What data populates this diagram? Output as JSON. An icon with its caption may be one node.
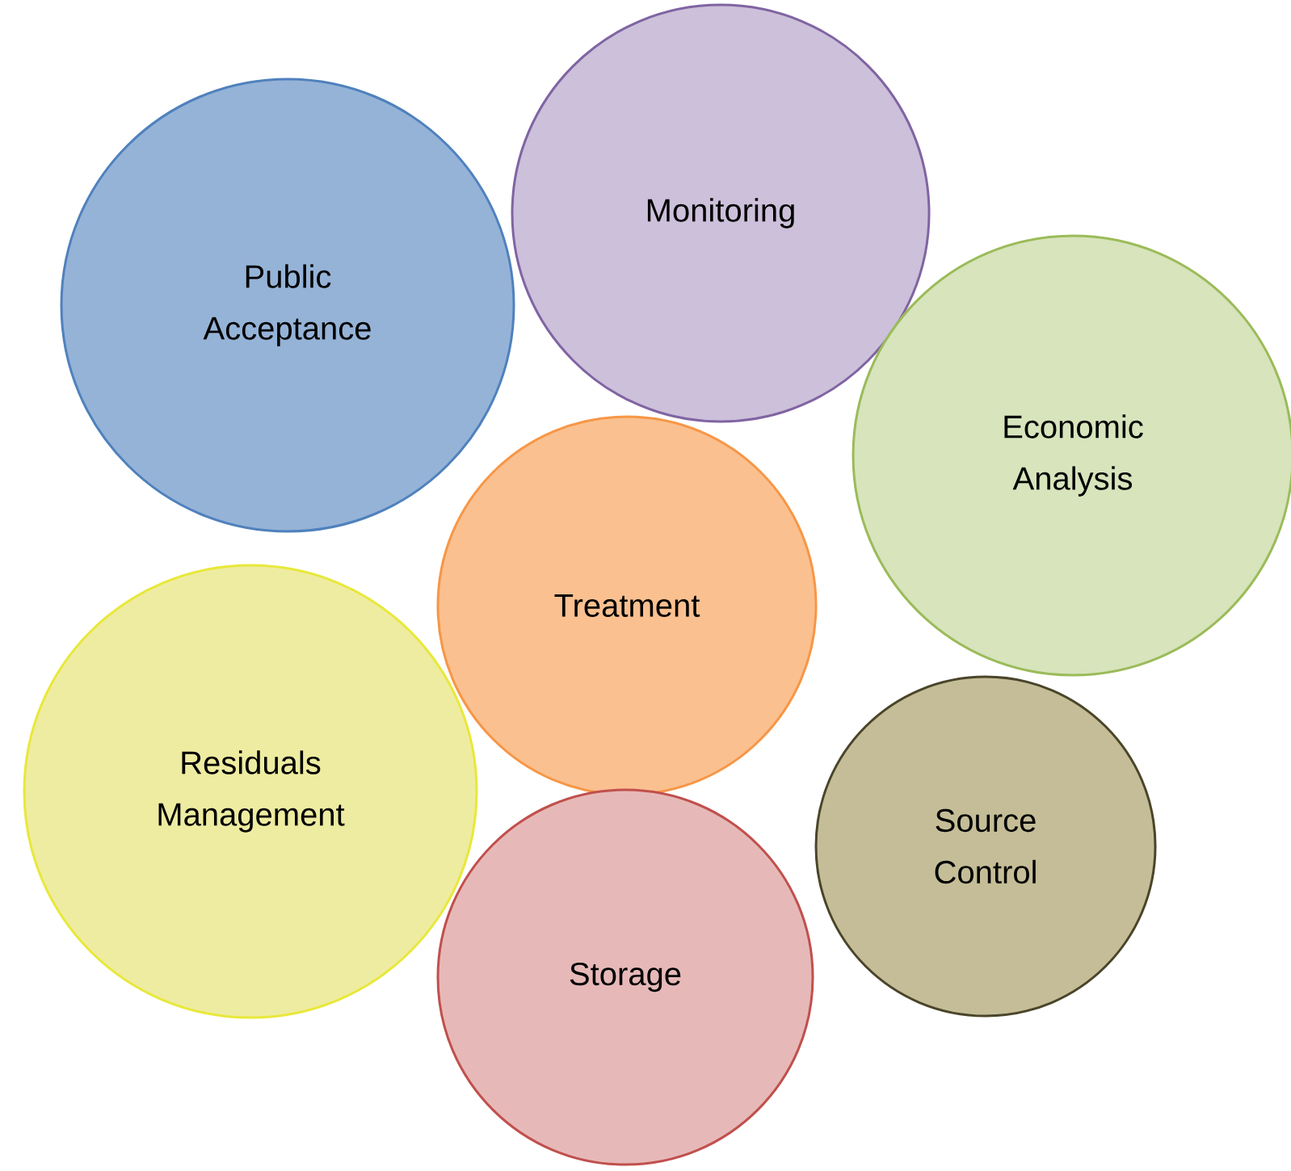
{
  "diagram": {
    "nodes": [
      {
        "text": [
          "Monitoring"
        ]
      },
      {
        "text": [
          "Public Acceptance"
        ]
      },
      {
        "text": [
          "Economic Analysis"
        ]
      },
      {
        "text": [
          "Treatment"
        ]
      },
      {
        "text": [
          "Residuals Management"
        ]
      },
      {
        "text": [
          "Source Control"
        ]
      },
      {
        "text": [
          "Storage"
        ]
      }
    ]
  }
}
